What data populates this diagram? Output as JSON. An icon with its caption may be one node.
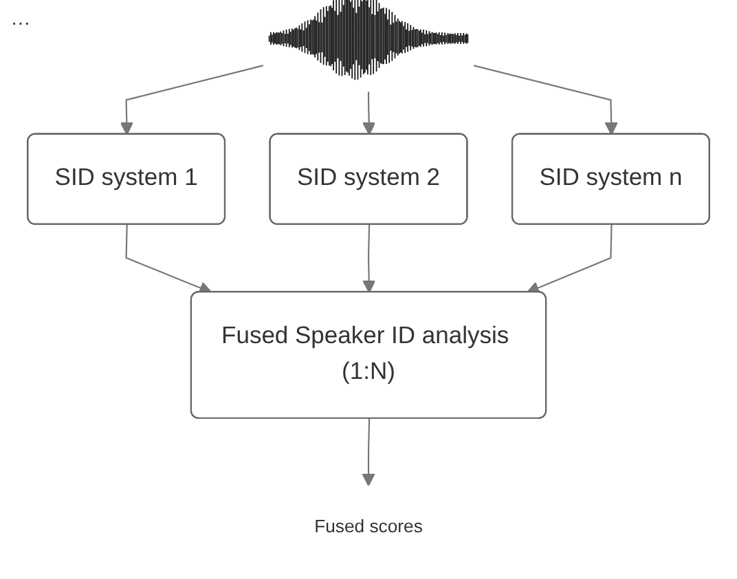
{
  "diagram": {
    "nodes": [
      {
        "text": [],
        "shape": "picture"
      },
      {
        "text": [
          "SID system 1"
        ]
      },
      {
        "text": [
          "SID system 2"
        ]
      },
      {
        "text": [
          "SID system n"
        ]
      },
      {
        "text": [
          "Fused Speaker ID analysis (1:N)"
        ]
      },
      {
        "text": [
          "Fused scores"
        ]
      }
    ],
    "edges": [
      {
        "from": 0,
        "to": 1,
        "arrow": "to"
      },
      {
        "from": 0,
        "to": 2,
        "arrow": "to"
      },
      {
        "from": 0,
        "to": 3,
        "arrow": "to"
      },
      {
        "from": 1,
        "to": 4,
        "arrow": "to"
      },
      {
        "from": 2,
        "to": 4,
        "arrow": "to"
      },
      {
        "from": 3,
        "to": 4,
        "arrow": "to"
      },
      {
        "from": 4,
        "to": 5,
        "arrow": "to"
      }
    ],
    "labels": [
      "···"
    ]
  }
}
